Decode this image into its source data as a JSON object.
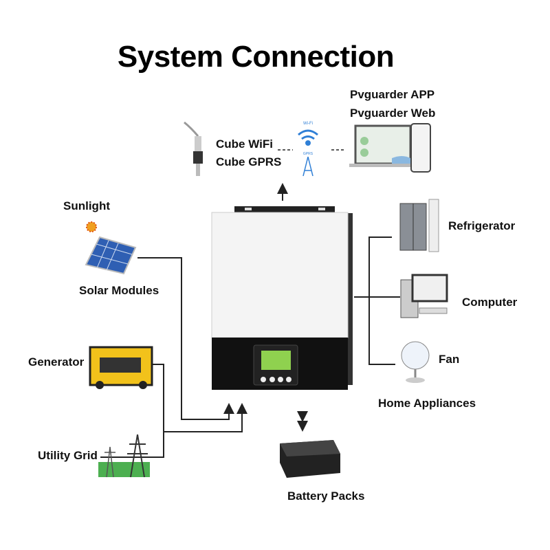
{
  "title": "System Connection",
  "labels": {
    "cube_wifi": "Cube WiFi",
    "cube_gprs": "Cube GPRS",
    "app": "Pvguarder APP",
    "web": "Pvguarder Web",
    "sunlight": "Sunlight",
    "solar": "Solar Modules",
    "generator": "Generator",
    "grid": "Utility Grid",
    "refrigerator": "Refrigerator",
    "computer": "Computer",
    "fan": "Fan",
    "appliances": "Home Appliances",
    "battery": "Battery Packs",
    "wifi_tag": "Wi-Fi",
    "gprs_tag": "GPRS"
  },
  "colors": {
    "lines": "#222222",
    "lcd": "#8fd14f",
    "solar_panel": "#2f5fb3",
    "generator": "#f2c21b",
    "wifi": "#2f7fd6"
  }
}
